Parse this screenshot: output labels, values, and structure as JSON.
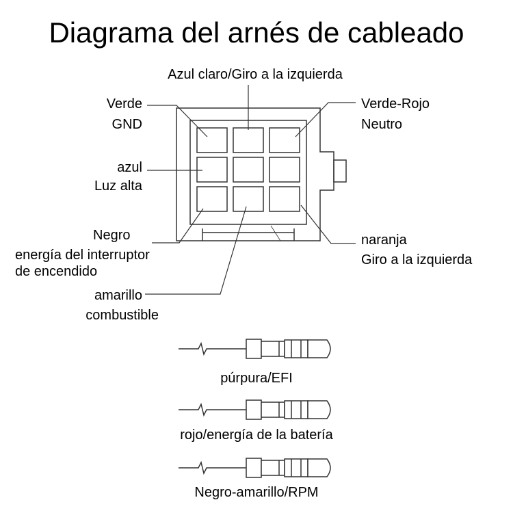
{
  "title": "Diagrama del arnés de cableado",
  "connector_labels": {
    "top": "Azul claro/Giro a la izquierda",
    "top_left_color": "Verde",
    "top_left_func": "GND",
    "top_right_color": "Verde-Rojo",
    "top_right_func": "Neutro",
    "mid_left_color": "azul",
    "mid_left_func": "Luz alta",
    "bottom_left_color": "Negro",
    "bottom_left_func_1": "energía del interruptor",
    "bottom_left_func_2": "de encendido",
    "bottom_mid_color": "amarillo",
    "bottom_mid_func": "combustible",
    "bottom_right_color": "naranja",
    "bottom_right_func": "Giro a la izquierda"
  },
  "wires": [
    {
      "label": "púrpura/EFI"
    },
    {
      "label": "rojo/energía de la batería"
    },
    {
      "label": "Negro-amarillo/RPM"
    }
  ],
  "colors": {
    "stroke": "#333333",
    "pin_fill": "#ffffff",
    "housing_fill": "#ffffff"
  }
}
